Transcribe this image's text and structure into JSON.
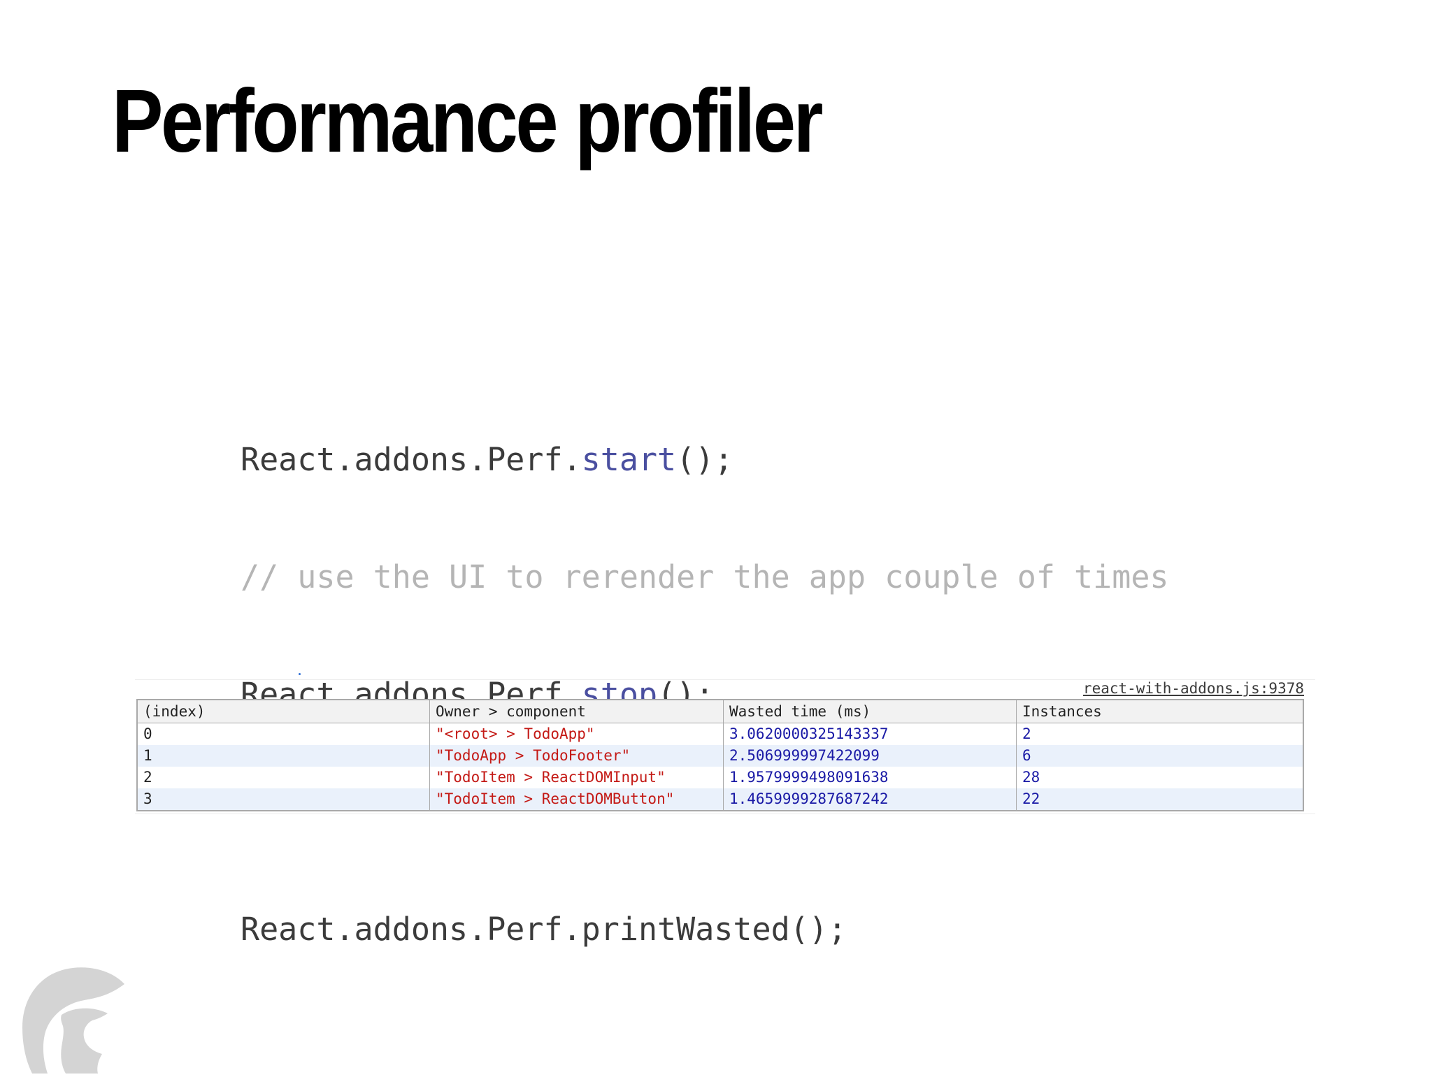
{
  "slide": {
    "title": "Performance profiler"
  },
  "code": {
    "line1_prefix": "React.addons.Perf.",
    "line1_fn": "start",
    "line1_suffix": "();",
    "comment": "// use the UI to rerender the app couple of times",
    "line3_prefix": "React.addons.Perf.",
    "line3_fn": "stop",
    "line3_suffix": "();",
    "line5": "React.addons.Perf.printWasted();"
  },
  "console": {
    "source_link": "react-with-addons.js:9378",
    "table": {
      "headers": [
        "(index)",
        "Owner > component",
        "Wasted time (ms)",
        "Instances"
      ],
      "rows": [
        [
          "0",
          "\"<root> > TodoApp\"",
          "3.0620000325143337",
          "2"
        ],
        [
          "1",
          "\"TodoApp > TodoFooter\"",
          "2.506999997422099",
          "6"
        ],
        [
          "2",
          "\"TodoItem > ReactDOMInput\"",
          "1.9579999498091638",
          "28"
        ],
        [
          "3",
          "\"TodoItem > ReactDOMButton\"",
          "1.4659999287687242",
          "22"
        ]
      ]
    }
  },
  "colors": {
    "code_text": "#3b3b3b",
    "code_function": "#4a4fa0",
    "code_comment": "#b5b5b5",
    "string_value": "#c41a16",
    "number_value": "#1a1aa6",
    "row_stripe": "#eaf1fb",
    "logo": "#d4d4d4"
  },
  "icons": {
    "logo": "spartan-helmet-logo"
  }
}
